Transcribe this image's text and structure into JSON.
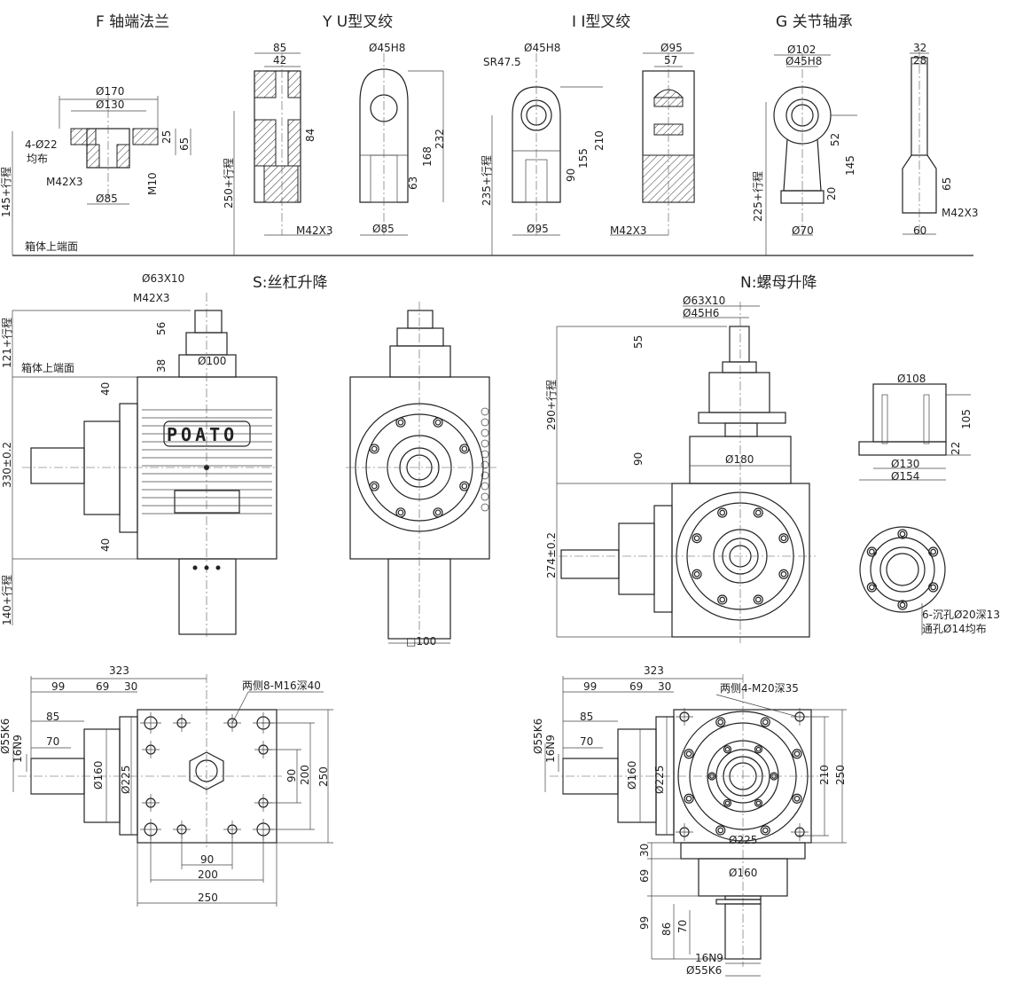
{
  "titles": {
    "f": "F 轴端法兰",
    "yu": "Y U型叉绞",
    "ii": "I I型叉绞",
    "g": "G 关节轴承",
    "s": "S:丝杠升降",
    "n": "N:螺母升降"
  },
  "brand": "POATO",
  "ref_surface": "箱体上端面",
  "f_flange": {
    "d170": "Ø170",
    "d130": "Ø130",
    "holes": "4-Ø22",
    "holes2": "均布",
    "d25": "25",
    "d65": "65",
    "thread": "M42X3",
    "m10": "M10",
    "d85": "Ø85",
    "stroke": "145+行程"
  },
  "yu_clevis": {
    "w85": "85",
    "w42": "42",
    "h84": "84",
    "stroke": "250+行程",
    "thread": "M42X3",
    "bore": "Ø45H8",
    "h232": "232",
    "h168": "168",
    "h63": "63",
    "d85": "Ø85"
  },
  "ii_clevis": {
    "bore": "Ø45H8",
    "sr": "SR47.5",
    "stroke": "235+行程",
    "h210": "210",
    "h155": "155",
    "h90": "90",
    "d95": "Ø95",
    "d95b": "Ø95",
    "w57": "57",
    "thread": "M42X3"
  },
  "g_joint": {
    "d102": "Ø102",
    "bore": "Ø45H8",
    "h52": "52",
    "h145": "145",
    "h20": "20",
    "stroke": "225+行程",
    "d70": "Ø70",
    "w32": "32",
    "w28": "28",
    "h65": "65",
    "thread": "M42X3",
    "w60": "60"
  },
  "s_screw": {
    "d63": "Ø63X10",
    "thread": "M42X3",
    "h56": "56",
    "h38": "38",
    "d100": "Ø100",
    "stroke121": "121+行程",
    "h40a": "40",
    "h330": "330±0.2",
    "h40b": "40",
    "stroke140": "140+行程",
    "sq100": "□100"
  },
  "n_nut": {
    "d63": "Ø63X10",
    "d45": "Ø45H6",
    "h55": "55",
    "stroke290": "290+行程",
    "h90": "90",
    "d180": "Ø180",
    "h274": "274±0.2",
    "d108": "Ø108",
    "h105": "105",
    "h22": "22",
    "d130": "Ø130",
    "d154": "Ø154",
    "holes1": "6-沉孔Ø20深13",
    "holes2": "通孔Ø14均布"
  },
  "s_bottom": {
    "w323": "323",
    "w99": "99",
    "w69": "69",
    "w30": "30",
    "taps": "两侧8-M16深40",
    "d55": "Ø55K6",
    "key": "16N9",
    "w85": "85",
    "w70": "70",
    "d160": "Ø160",
    "d225": "Ø225",
    "h90": "90",
    "h200": "200",
    "h250": "250",
    "w90": "90",
    "w200": "200",
    "w250": "250"
  },
  "n_bottom": {
    "w323": "323",
    "w99": "99",
    "w69": "69",
    "w30": "30",
    "taps": "两侧4-M20深35",
    "d55": "Ø55K6",
    "key": "16N9",
    "w85": "85",
    "w70": "70",
    "d160": "Ø160",
    "d225": "Ø225",
    "h210": "210",
    "h250": "250",
    "d225b": "Ø225",
    "v30": "30",
    "v69": "69",
    "d160b": "Ø160",
    "v99": "99",
    "v86": "86",
    "v70": "70",
    "key2": "16N9",
    "d55b": "Ø55K6"
  }
}
